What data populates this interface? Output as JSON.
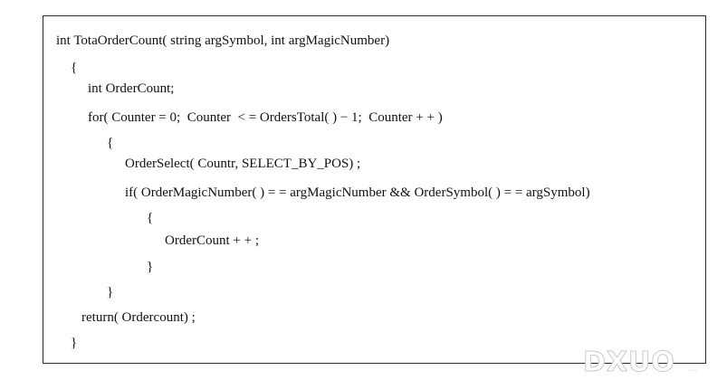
{
  "code": {
    "lines": [
      "int TotaOrderCount( string argSymbol, int argMagicNumber)",
      "{",
      "int OrderCount;",
      "for( Counter = 0;  Counter  < = OrdersTotal( ) − 1;  Counter + + )",
      "{",
      "OrderSelect( Countr, SELECT_BY_POS) ;",
      "if( OrderMagicNumber( ) = = argMagicNumber && OrderSymbol( ) = = argSymbol)",
      "{",
      "OrderCount + + ;",
      "}",
      "}",
      "return( Ordercount) ;",
      "}"
    ]
  },
  "watermark": {
    "text": "DXUO",
    "sub": "..."
  }
}
